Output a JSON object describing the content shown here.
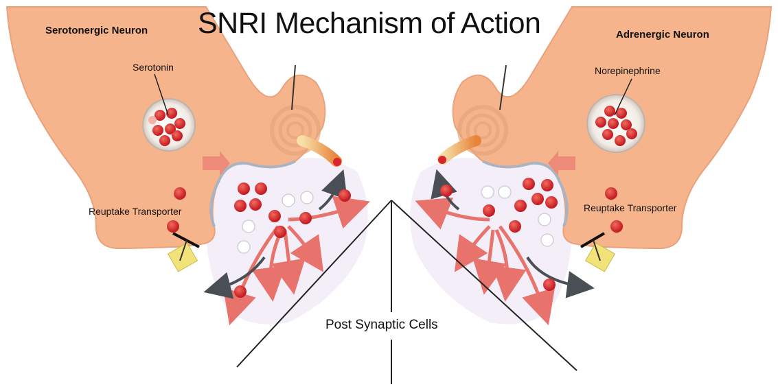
{
  "title": "SNRI Mechanism of Action",
  "labels": {
    "serotonergic_neuron": "Serotonergic Neuron",
    "adrenergic_neuron": "Adrenergic Neuron",
    "serotonin": "Serotonin",
    "norepinephrine": "Norepinephrine",
    "reuptake_left": "Reuptake Transporter",
    "reuptake_right": "Reuptake Transporter",
    "post_synaptic": "Post Synaptic Cells"
  },
  "colors": {
    "neuron_fill": "#f6b48c",
    "neuron_edge": "#e8a27c",
    "synapse_fill": "#f3eef8",
    "molecule_red": "#d8262b",
    "arrow_pink": "#e8726c",
    "arrow_dark": "#4a4f55",
    "transporter": "#f2e27a"
  },
  "icons": [
    "vesicle-icon",
    "receptor-icon",
    "transporter-icon",
    "reuptake-arrow-icon"
  ]
}
